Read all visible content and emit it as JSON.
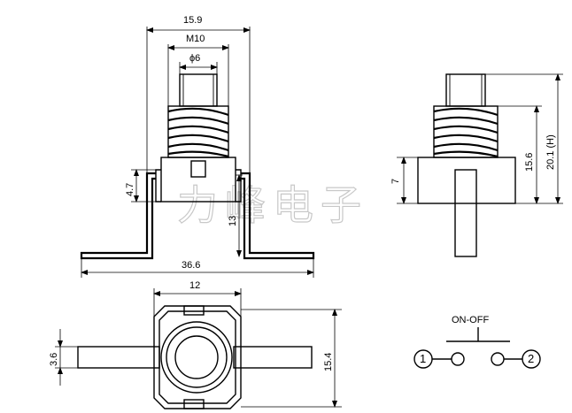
{
  "dimensions": {
    "width_15_9": "15.9",
    "m10": "M10",
    "phi6": "ϕ6",
    "h4_7": "4.7",
    "h13": "13",
    "w36_6": "36.6",
    "side_7": "7",
    "side_15_6": "15.6",
    "side_20_1": "20.1 (H)",
    "bottom_12": "12",
    "bottom_3_6": "3.6",
    "bottom_15_4": "15.4"
  },
  "schematic": {
    "label": "ON-OFF",
    "terminal_1": "1",
    "terminal_2": "2"
  },
  "watermark": "力峰电子"
}
